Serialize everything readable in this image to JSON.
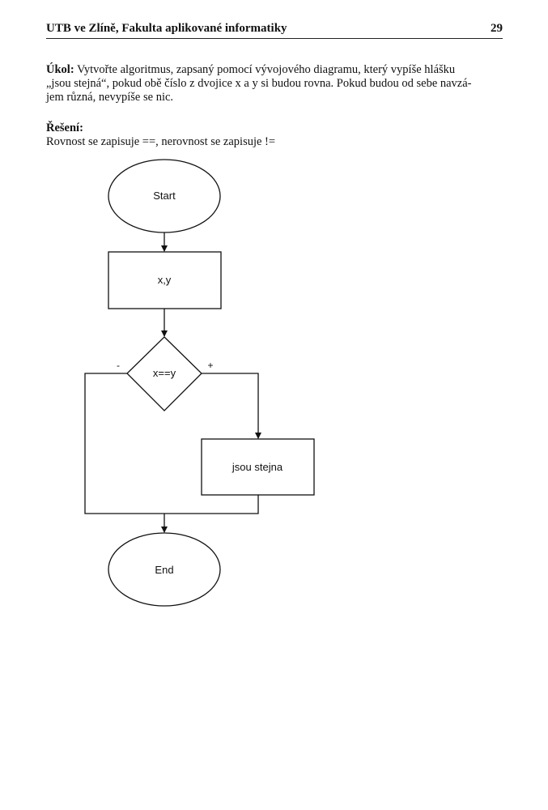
{
  "header": {
    "title": "UTB ve Zlíně, Fakulta aplikované informatiky",
    "page_number": "29"
  },
  "task": {
    "label": "Úkol:",
    "line1": " Vytvořte algoritmus, zapsaný pomocí vývojového diagramu, který vypíše hlášku",
    "line2": "„jsou stejná“, pokud obě číslo z dvojice x a y si budou rovna. Pokud budou od sebe navzá-",
    "line3": "jem různá, nevypíše se nic."
  },
  "solution": {
    "title": "Řešení:",
    "text": "Rovnost se zapisuje ==, nerovnost se zapisuje !="
  },
  "flowchart": {
    "start": "Start",
    "input": "x,y",
    "condition": "x==y",
    "no_branch": "-",
    "yes_branch": "+",
    "output": "jsou stejna",
    "end": "End"
  }
}
